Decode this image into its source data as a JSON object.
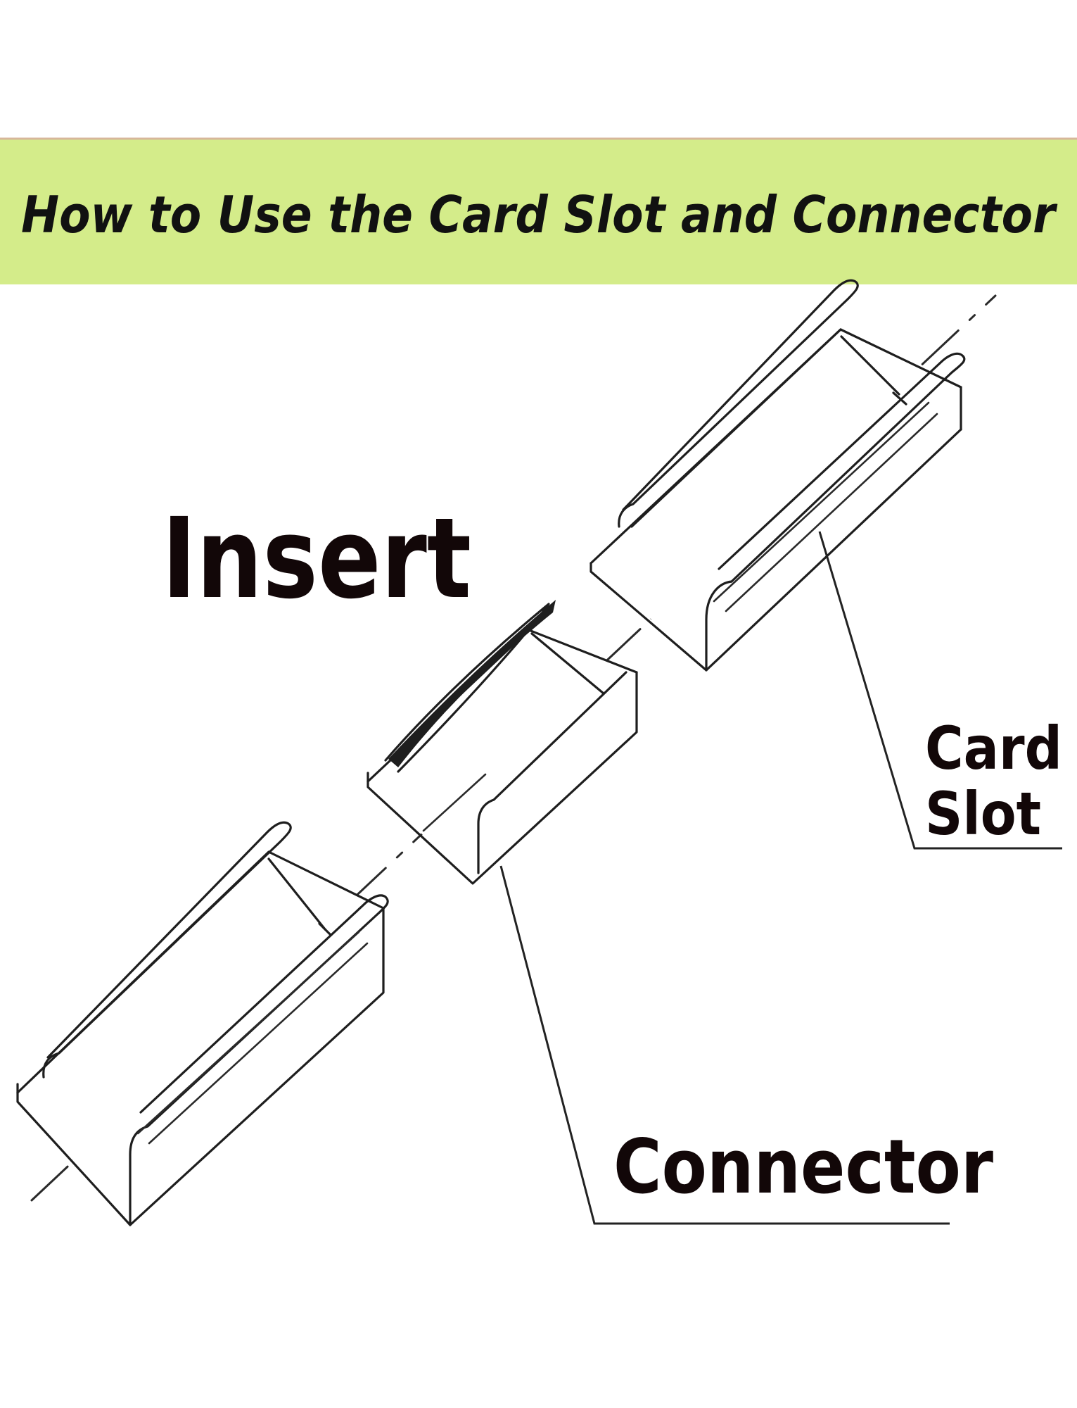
{
  "banner": {
    "title": "How to Use the Card Slot and Connector",
    "color": "#d4ec8a",
    "border_color": "#d7b79a"
  },
  "labels": {
    "insert": "Insert",
    "card_slot_line1": "Card",
    "card_slot_line2": "Slot",
    "connector": "Connector"
  },
  "colors": {
    "ink": "#1e1e1e",
    "text": "#120708"
  }
}
